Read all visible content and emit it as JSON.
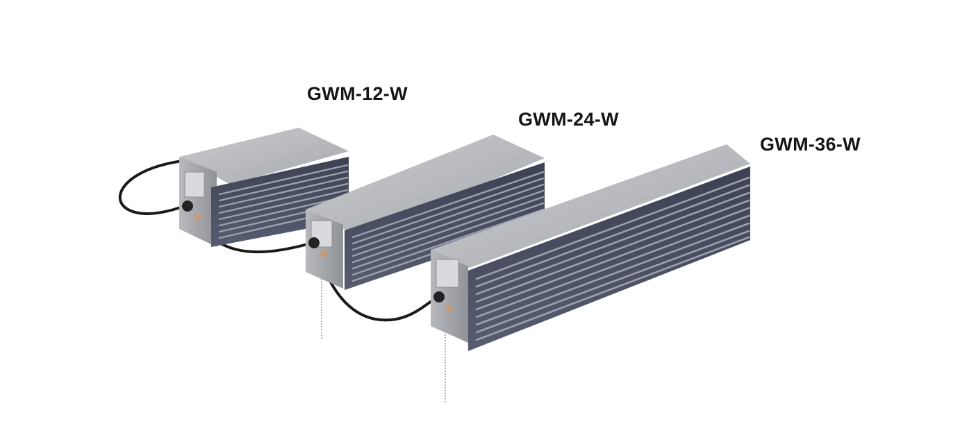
{
  "products": [
    {
      "model": "GWM-12-W"
    },
    {
      "model": "GWM-24-W"
    },
    {
      "model": "GWM-36-W"
    }
  ],
  "colors": {
    "background": "#ffffff",
    "label": "#151515",
    "housing_top": "#b4b6ba",
    "housing_end": "#9ea1a6",
    "grille_face": "#454a5c",
    "grille_slat": "#9da1ae",
    "cable": "#1a1a1a",
    "fitting": "#c79a7a"
  }
}
